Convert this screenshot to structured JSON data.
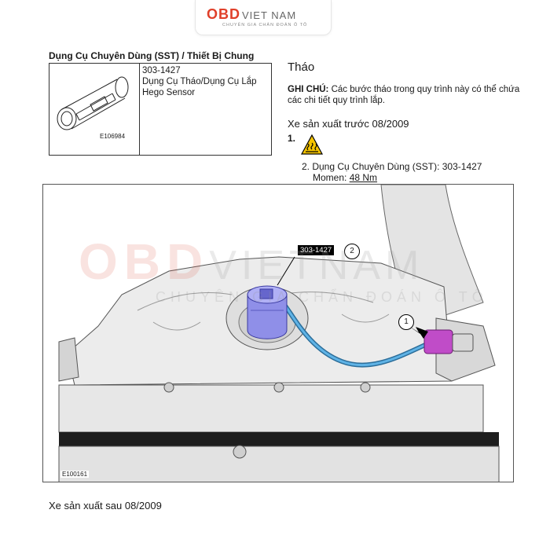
{
  "header": {
    "logo_main": "OBD",
    "logo_vietnam": "VIET NAM",
    "logo_tagline": "CHUYÊN GIA CHẨN ĐOÁN Ô TÔ"
  },
  "sst": {
    "heading": "Dụng Cụ Chuyên Dùng (SST) / Thiết Bị Chung",
    "tool_image_code": "E106984",
    "tool_number": "303-1427",
    "tool_name": "Dụng Cụ Tháo/Dụng Cụ Lắp Hego Sensor"
  },
  "procedure": {
    "title": "Tháo",
    "note_label": "GHI CHÚ:",
    "note_text": "Các bước tháo trong quy trình này có thể chứa các chi tiết quy trình lắp.",
    "model_year_before": "Xe sản xuất trước 08/2009",
    "step1_number": "1.",
    "step1_icon": "hot-surface-warning-icon",
    "step2_text": "2. Dụng Cụ Chuyên Dùng (SST): 303-1427",
    "step2_torque_label": "Momen:",
    "step2_torque_value": "48 Nm",
    "model_year_after": "Xe sản xuất sau 08/2009"
  },
  "figure": {
    "code": "E100161",
    "tool_callout": "303-1427",
    "callout_1": "1",
    "callout_2": "2",
    "watermark_main": "OBD",
    "watermark_vietnam": "VIETNAM",
    "watermark_sub": "CHUYÊN GIA CHẨN ĐOÁN Ô TÔ"
  },
  "colors": {
    "brand_red": "#e0402a",
    "tool_blue": "#8f8fe8",
    "cable_blue": "#4aa3d8",
    "connector_magenta": "#c04cc8"
  }
}
